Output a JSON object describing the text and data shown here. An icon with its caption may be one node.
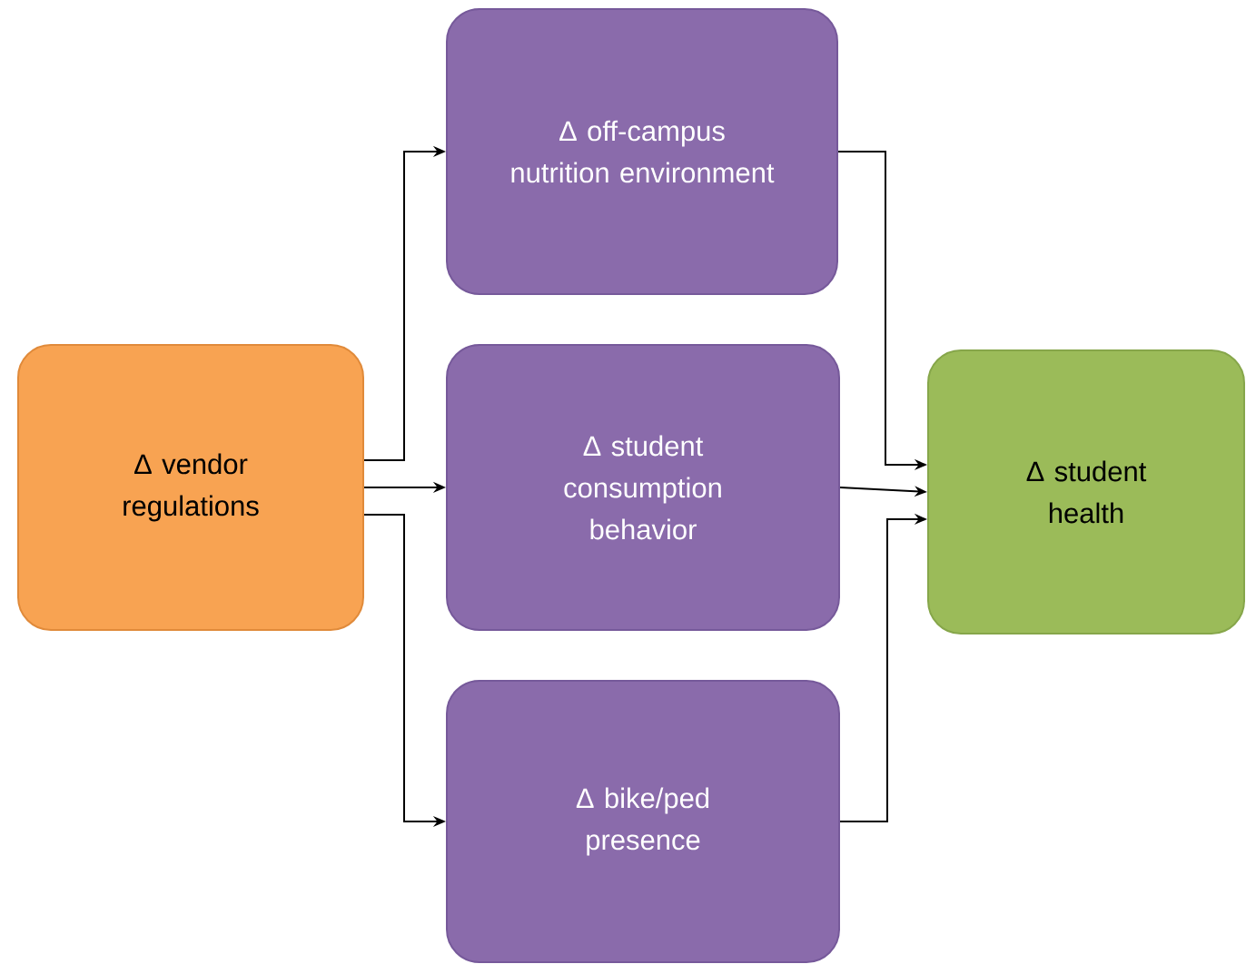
{
  "diagram": {
    "nodes": [
      {
        "text": [
          "Δ vendor regulations"
        ]
      },
      {
        "text": [
          "Δ off-campus nutrition environment"
        ]
      },
      {
        "text": [
          "Δ student consumption behavior"
        ]
      },
      {
        "text": [
          "Δ bike/ped presence"
        ]
      },
      {
        "text": [
          "Δ student health"
        ]
      }
    ],
    "edges": [
      {
        "from": 0,
        "to": 1,
        "arrow": "to"
      },
      {
        "from": 0,
        "to": 2,
        "arrow": "to"
      },
      {
        "from": 0,
        "to": 3,
        "arrow": "to"
      },
      {
        "from": 1,
        "to": 4,
        "arrow": "to"
      },
      {
        "from": 2,
        "to": 4,
        "arrow": "to"
      },
      {
        "from": 3,
        "to": 4,
        "arrow": "to"
      }
    ]
  }
}
